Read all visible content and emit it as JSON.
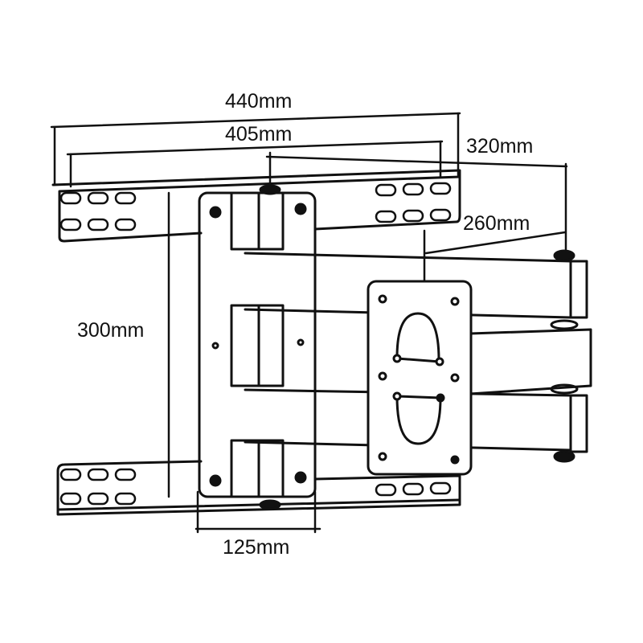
{
  "diagram": {
    "subject": "Full-motion TV wall mount bracket",
    "colors": {
      "line": "#111111",
      "background": "#ffffff"
    },
    "dimensions": {
      "overall_width": "440mm",
      "hole_span_width": "405mm",
      "max_extension": "320mm",
      "min_extension": "260mm",
      "rail_height": "300mm",
      "wall_plate_width": "125mm"
    }
  }
}
